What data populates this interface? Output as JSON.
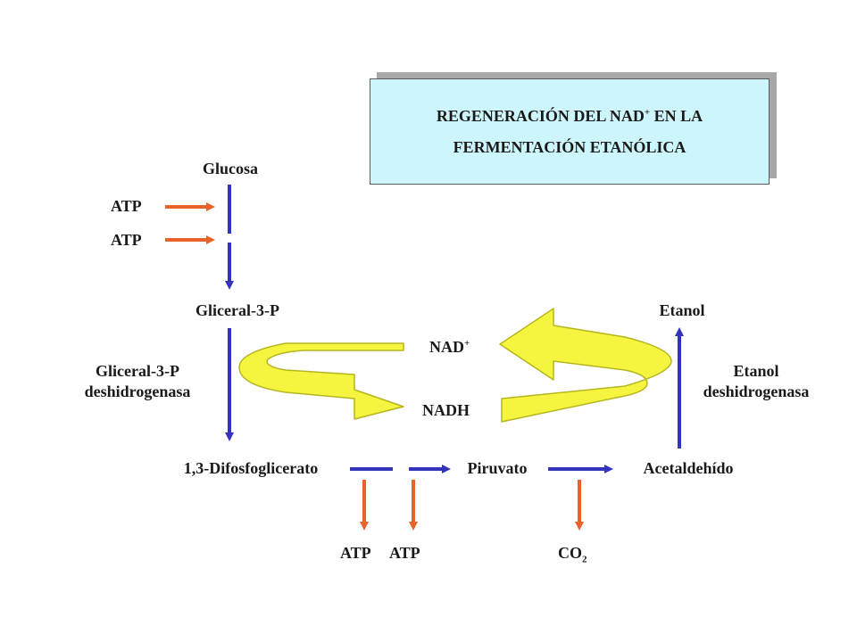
{
  "title": {
    "line1_a": "REGENERACIÓN  DEL  NAD",
    "line1_sup": "+",
    "line1_b": " EN  LA",
    "line2": "FERMENTACIÓN  ETANÓLICA"
  },
  "nodes": {
    "glucosa": "Glucosa",
    "atp_in_1": "ATP",
    "atp_in_2": "ATP",
    "gliceral": "Gliceral-3-P",
    "enzyme1_line1": "Gliceral-3-P",
    "enzyme1_line2": "deshidrogenasa",
    "difosfoglicerato": "1,3-Difosfoglicerato",
    "piruvato": "Piruvato",
    "acetaldehido": "Acetaldehído",
    "etanol": "Etanol",
    "enzyme2_line1": "Etanol",
    "enzyme2_line2": "deshidrogenasa",
    "nad": "NAD",
    "nad_sup": "+",
    "nadh": "NADH",
    "atp_out_1": "ATP",
    "atp_out_2": "ATP",
    "co2": "CO",
    "co2_sub": "2"
  },
  "colors": {
    "blue_arrow": "#3333bb",
    "orange_arrow": "#e8622a",
    "yellow_arrow": "#f5f540",
    "yellow_edge": "#c8c820",
    "title_bg": "#cdf5fc"
  }
}
